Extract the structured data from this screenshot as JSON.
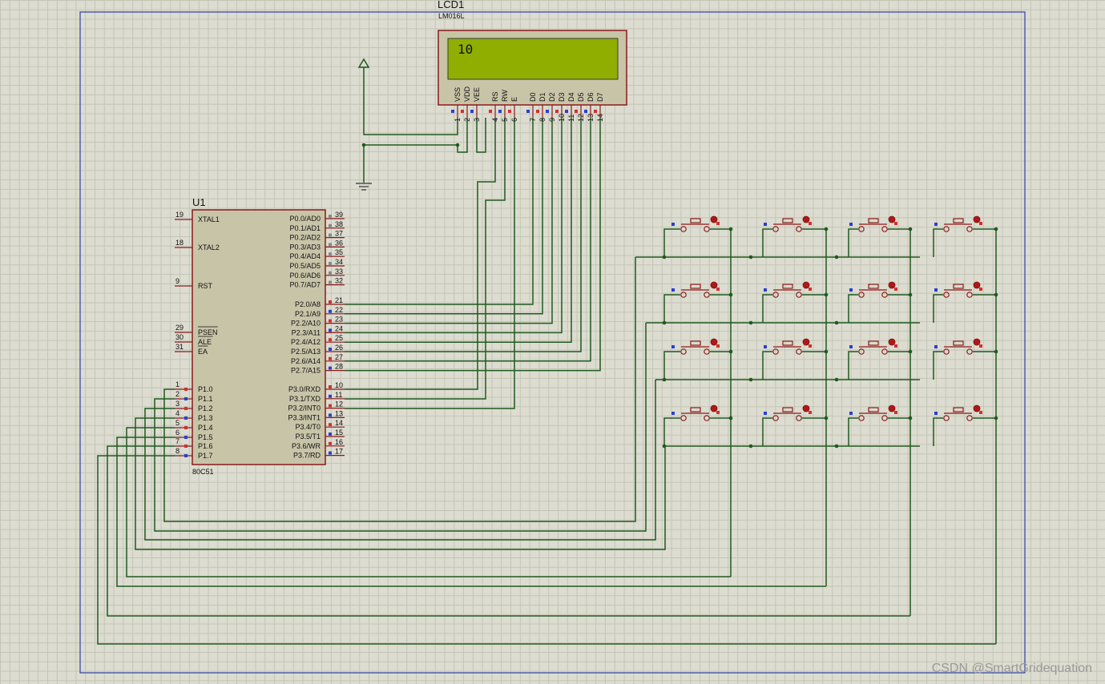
{
  "lcd": {
    "ref": "LCD1",
    "part": "LM016L",
    "display_text": "10",
    "pins": [
      {
        "name": "VSS",
        "num": "1"
      },
      {
        "name": "VDD",
        "num": "2"
      },
      {
        "name": "VEE",
        "num": "3"
      },
      {
        "name": "RS",
        "num": "4"
      },
      {
        "name": "RW",
        "num": "5"
      },
      {
        "name": "E",
        "num": "6"
      },
      {
        "name": "D0",
        "num": "7"
      },
      {
        "name": "D1",
        "num": "8"
      },
      {
        "name": "D2",
        "num": "9"
      },
      {
        "name": "D3",
        "num": "10"
      },
      {
        "name": "D4",
        "num": "11"
      },
      {
        "name": "D5",
        "num": "12"
      },
      {
        "name": "D6",
        "num": "13"
      },
      {
        "name": "D7",
        "num": "14"
      }
    ]
  },
  "mcu": {
    "ref": "U1",
    "part": "80C51",
    "left_pins": [
      {
        "name": "XTAL1",
        "num": "19"
      },
      {
        "name": "XTAL2",
        "num": "18"
      },
      {
        "name": "RST",
        "num": "9"
      },
      {
        "name": "PSEN",
        "num": "29"
      },
      {
        "name": "ALE",
        "num": "30"
      },
      {
        "name": "EA",
        "num": "31"
      },
      {
        "name": "P1.0",
        "num": "1"
      },
      {
        "name": "P1.1",
        "num": "2"
      },
      {
        "name": "P1.2",
        "num": "3"
      },
      {
        "name": "P1.3",
        "num": "4"
      },
      {
        "name": "P1.4",
        "num": "5"
      },
      {
        "name": "P1.5",
        "num": "6"
      },
      {
        "name": "P1.6",
        "num": "7"
      },
      {
        "name": "P1.7",
        "num": "8"
      }
    ],
    "right_pins": [
      {
        "name": "P0.0/AD0",
        "num": "39"
      },
      {
        "name": "P0.1/AD1",
        "num": "38"
      },
      {
        "name": "P0.2/AD2",
        "num": "37"
      },
      {
        "name": "P0.3/AD3",
        "num": "36"
      },
      {
        "name": "P0.4/AD4",
        "num": "35"
      },
      {
        "name": "P0.5/AD5",
        "num": "34"
      },
      {
        "name": "P0.6/AD6",
        "num": "33"
      },
      {
        "name": "P0.7/AD7",
        "num": "32"
      },
      {
        "name": "P2.0/A8",
        "num": "21"
      },
      {
        "name": "P2.1/A9",
        "num": "22"
      },
      {
        "name": "P2.2/A10",
        "num": "23"
      },
      {
        "name": "P2.3/A11",
        "num": "24"
      },
      {
        "name": "P2.4/A12",
        "num": "25"
      },
      {
        "name": "P2.5/A13",
        "num": "26"
      },
      {
        "name": "P2.6/A14",
        "num": "27"
      },
      {
        "name": "P2.7/A15",
        "num": "28"
      },
      {
        "name": "P3.0/RXD",
        "num": "10"
      },
      {
        "name": "P3.1/TXD",
        "num": "11"
      },
      {
        "name": "P3.2/INT0",
        "num": "12"
      },
      {
        "name": "P3.3/INT1",
        "num": "13"
      },
      {
        "name": "P3.4/T0",
        "num": "14"
      },
      {
        "name": "P3.5/T1",
        "num": "15"
      },
      {
        "name": "P3.6/WR",
        "num": "16"
      },
      {
        "name": "P3.7/RD",
        "num": "17"
      }
    ]
  },
  "keypad": {
    "rows": 4,
    "cols": 4
  },
  "watermark": "CSDN @SmartGridequation",
  "colors": {
    "background": "#dcdcd0",
    "wire": "#1f5a1f",
    "component_body": "#c8c4a8",
    "component_border": "#8b1a1a",
    "lcd_screen": "#8fae00",
    "pin_blue": "#2a3fd0",
    "pin_red": "#d03030",
    "frame": "#2b3fa8"
  }
}
